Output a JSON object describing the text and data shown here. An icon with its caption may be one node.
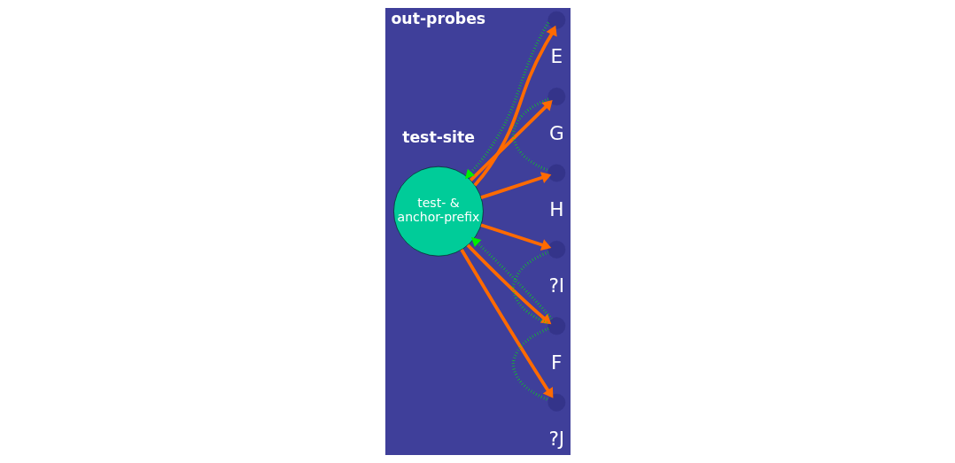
{
  "diagram": {
    "nodes": [
      {
        "text": [
          "test- & anchor-prefix"
        ]
      },
      {
        "text": [],
        "shape": "circle",
        "beside": [
          "E"
        ]
      },
      {
        "text": [],
        "shape": "circle",
        "beside": [
          "G"
        ]
      },
      {
        "text": [],
        "shape": "circle",
        "beside": [
          "H"
        ]
      },
      {
        "text": [],
        "shape": "circle",
        "beside": [
          "?I"
        ]
      },
      {
        "text": [],
        "shape": "circle",
        "beside": [
          "F"
        ]
      },
      {
        "text": [],
        "shape": "circle",
        "beside": [
          "?J"
        ]
      }
    ],
    "edges": [
      {
        "from": 0,
        "to": 1,
        "arrow": "to"
      },
      {
        "from": 0,
        "to": 2,
        "arrow": "to"
      },
      {
        "from": 0,
        "to": 3,
        "arrow": "to"
      },
      {
        "from": 0,
        "to": 4,
        "arrow": "to"
      },
      {
        "from": 0,
        "to": 5,
        "arrow": "to"
      },
      {
        "from": 0,
        "to": 6,
        "arrow": "to"
      },
      {
        "from": 1,
        "to": 0,
        "arrow": "to",
        "style": "dashed",
        "color": "#00ee00"
      },
      {
        "from": 2,
        "to": 3,
        "arrow": "none",
        "style": "dashed",
        "color": "#00ee00"
      },
      {
        "from": 4,
        "to": 5,
        "arrow": "none",
        "style": "dashed",
        "color": "#00ee00"
      },
      {
        "from": 5,
        "to": 0,
        "arrow": "to",
        "style": "dashed",
        "color": "#00ee00"
      },
      {
        "from": 5,
        "to": 6,
        "arrow": "none",
        "style": "dashed",
        "color": "#00ee00"
      }
    ],
    "labels": [
      "test-site",
      "out-probes"
    ]
  }
}
